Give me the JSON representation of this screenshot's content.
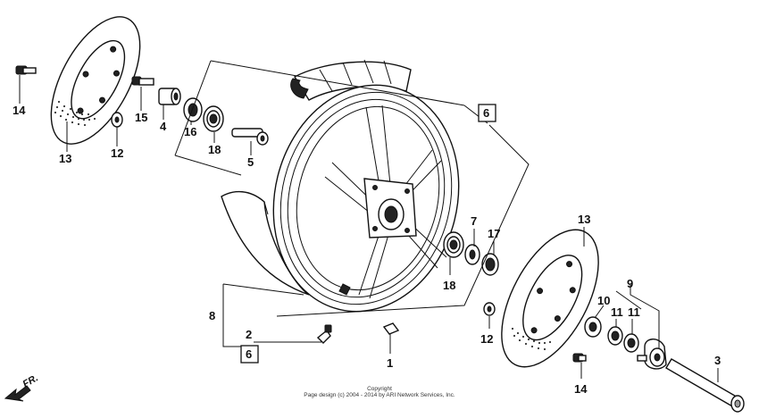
{
  "callouts": {
    "p14a": "14",
    "p13a": "13",
    "p12a": "12",
    "p15": "15",
    "p4": "4",
    "p16": "16",
    "p18a": "18",
    "p5": "5",
    "p6a": "6",
    "p7": "7",
    "p17": "17",
    "p18b": "18",
    "p13b": "13",
    "p9": "9",
    "p10": "10",
    "p11a": "11",
    "p11b": "11",
    "p12b": "12",
    "p3": "3",
    "p14b": "14",
    "p1": "1",
    "p2": "2",
    "p6b": "6",
    "p8": "8"
  },
  "copyright": {
    "line1": "Copyright",
    "line2": "Page design (c) 2004 - 2014 by ARI Network Services, Inc."
  },
  "direction_label": "FR."
}
